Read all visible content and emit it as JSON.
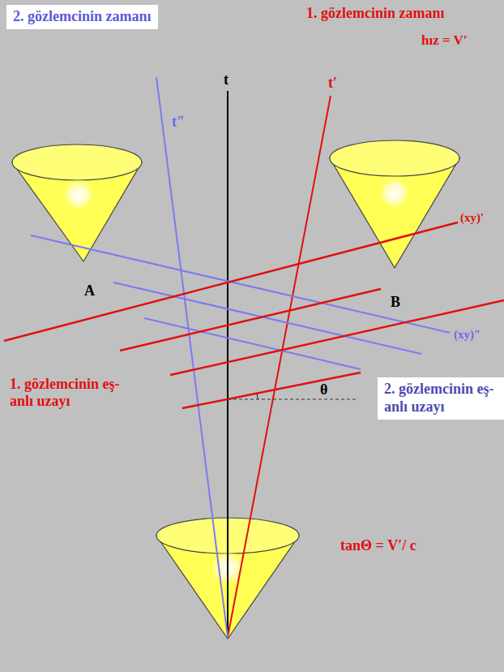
{
  "diagram": {
    "nodes": [
      {
        "text": [
          "2. gözlemcinin zamanı"
        ]
      },
      {
        "text": [
          "2. gözlemcinin eş-anlı uzayı"
        ]
      }
    ],
    "labels": [
      "1. gözlemcinin zamanı",
      "hız = V′",
      "t″",
      "t",
      "t′",
      "A",
      "B",
      "(xy)′",
      "(xy)″",
      "1. gözlemcinin eş-anlı uzayı",
      "θ",
      "tanΘ = V′/ c"
    ]
  }
}
